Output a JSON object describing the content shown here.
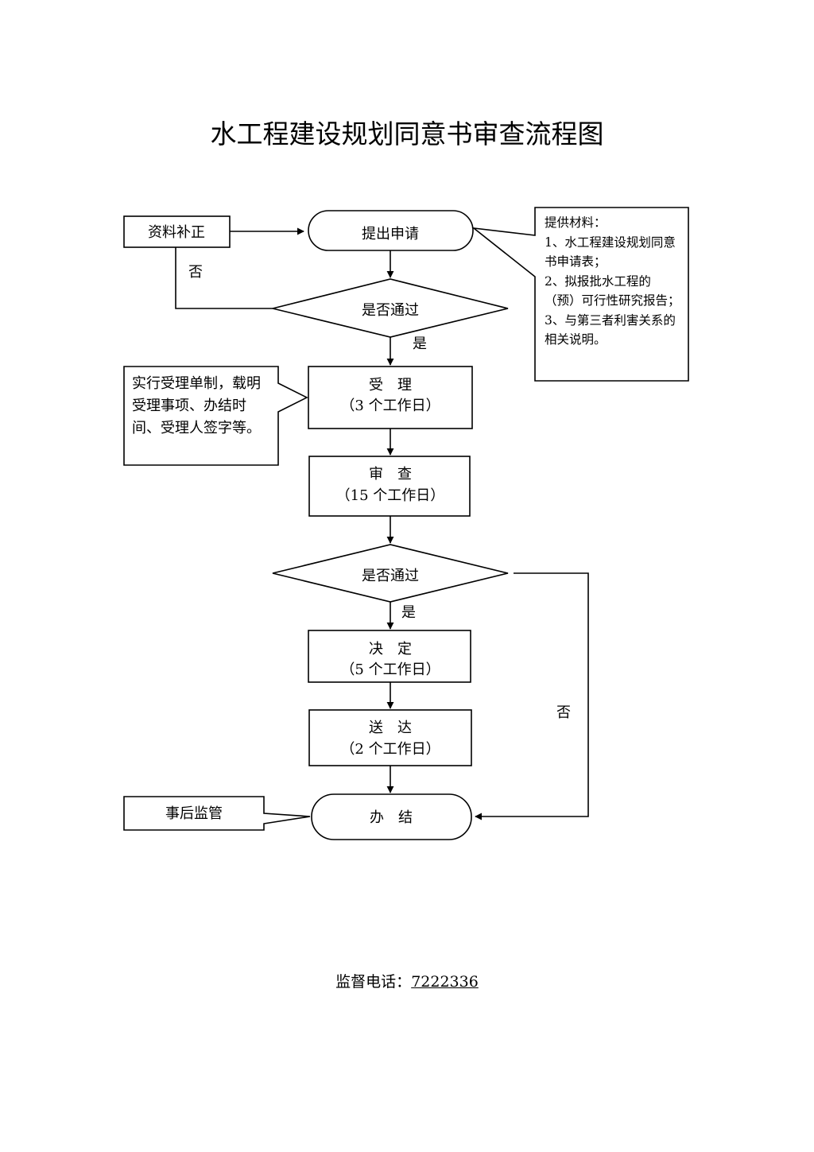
{
  "title": "水工程建设规划同意书审查流程图",
  "nodes": {
    "supplement": "资料补正",
    "apply": "提出申请",
    "check1": "是否通过",
    "accept_title": "受　理",
    "accept_days": "（3 个工作日）",
    "review_title": "审　查",
    "review_days": "（15 个工作日）",
    "check2": "是否通过",
    "decide_title": "决　定",
    "decide_days": "（5 个工作日）",
    "deliver_title": "送　达",
    "deliver_days": "（2 个工作日）",
    "finish": "办　结",
    "supervise": "事后监管"
  },
  "edge_labels": {
    "no1": "否",
    "yes1": "是",
    "yes2": "是",
    "no2": "否"
  },
  "notes": {
    "accept_note": "实行受理单制，载明受理事项、办结时间、受理人签字等。",
    "materials_title": "提供材料：",
    "materials_1": "1、水工程建设规划同意书申请表；",
    "materials_2": "2、拟报批水工程的（预）可行性研究报告；",
    "materials_3": "3、与第三者利害关系的相关说明。"
  },
  "footer": {
    "label": "监督电话：",
    "phone": "7222336"
  }
}
